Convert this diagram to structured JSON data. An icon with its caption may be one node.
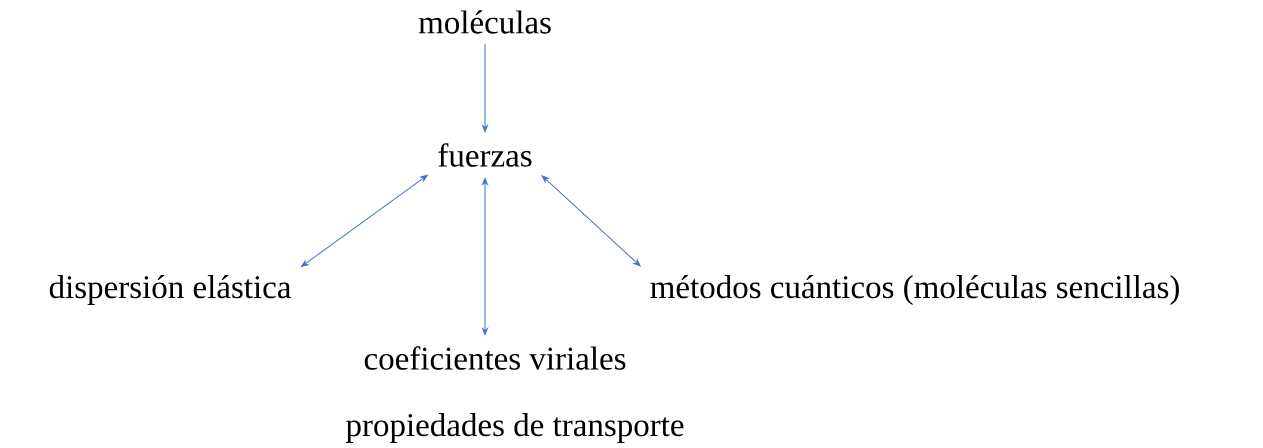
{
  "diagram": {
    "nodes": [
      {
        "text": [
          "moléculas"
        ]
      },
      {
        "text": [
          "fuerzas"
        ]
      },
      {
        "text": [
          "dispersión elástica"
        ]
      },
      {
        "text": [
          "coeficientes viriales"
        ]
      },
      {
        "text": [
          "métodos cuánticos (moléculas sencillas)"
        ]
      },
      {
        "text": [
          "propiedades de transporte"
        ]
      }
    ],
    "edges": [
      {
        "from": 0,
        "to": 1,
        "arrow": "to"
      },
      {
        "from": 1,
        "to": 2,
        "arrow": "both"
      },
      {
        "from": 1,
        "to": 3,
        "arrow": "both"
      },
      {
        "from": 1,
        "to": 4,
        "arrow": "both"
      }
    ]
  }
}
